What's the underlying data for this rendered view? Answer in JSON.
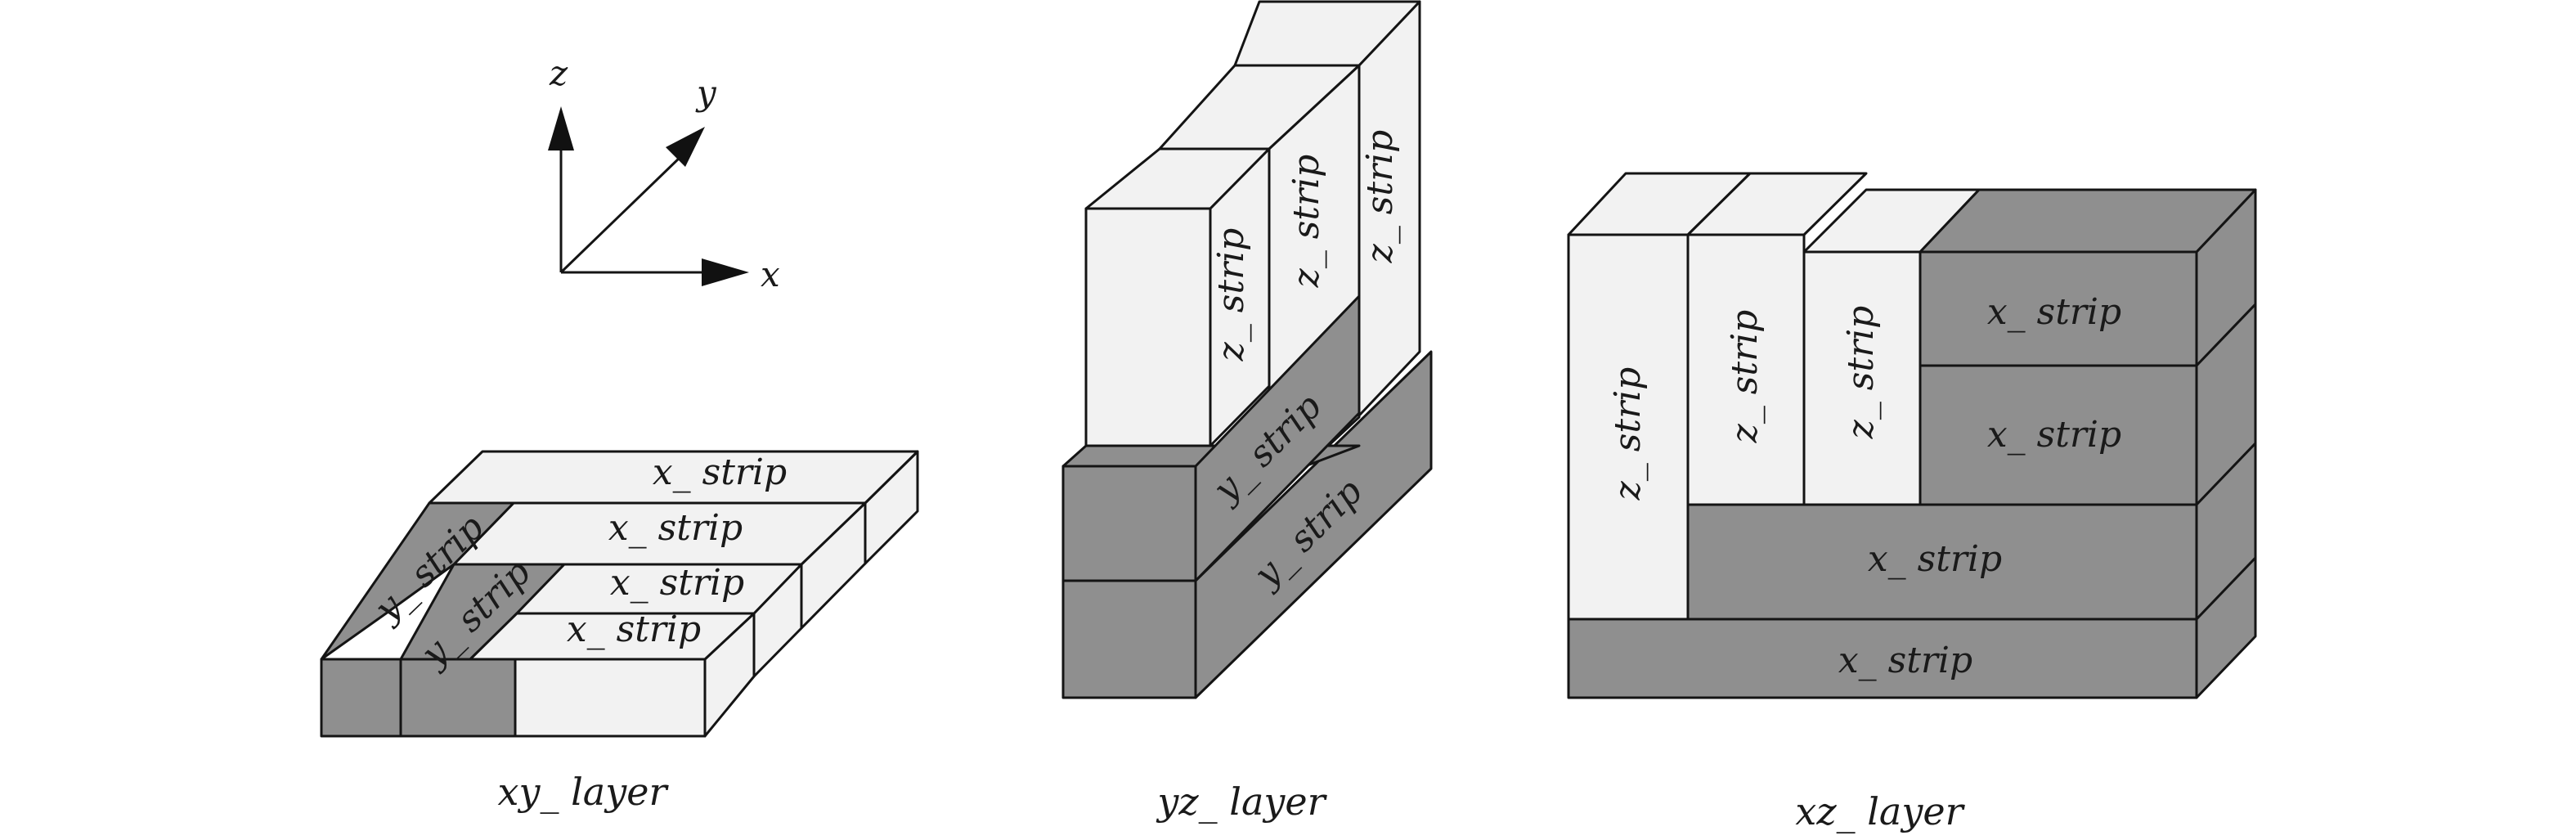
{
  "axes": {
    "x_label": "x",
    "y_label": "y",
    "z_label": "z"
  },
  "colors": {
    "light_face": "#f2f2f2",
    "dark_face": "#8f8f8f",
    "edge": "#141414"
  },
  "layers": {
    "xy": {
      "caption": "xy_ layer",
      "strips": [
        "x_ strip",
        "x_ strip",
        "x_ strip",
        "x_ strip",
        "y_ strip",
        "y_ strip"
      ]
    },
    "yz": {
      "caption": "yz_ layer",
      "strips": [
        "z_ strip",
        "z_ strip",
        "z_ strip",
        "y_ strip",
        "y_ strip"
      ]
    },
    "xz": {
      "caption": "xz_ layer",
      "strips": [
        "z_ strip",
        "z_ strip",
        "z_ strip",
        "x_ strip",
        "x_ strip",
        "x_ strip",
        "x_ strip"
      ]
    }
  }
}
